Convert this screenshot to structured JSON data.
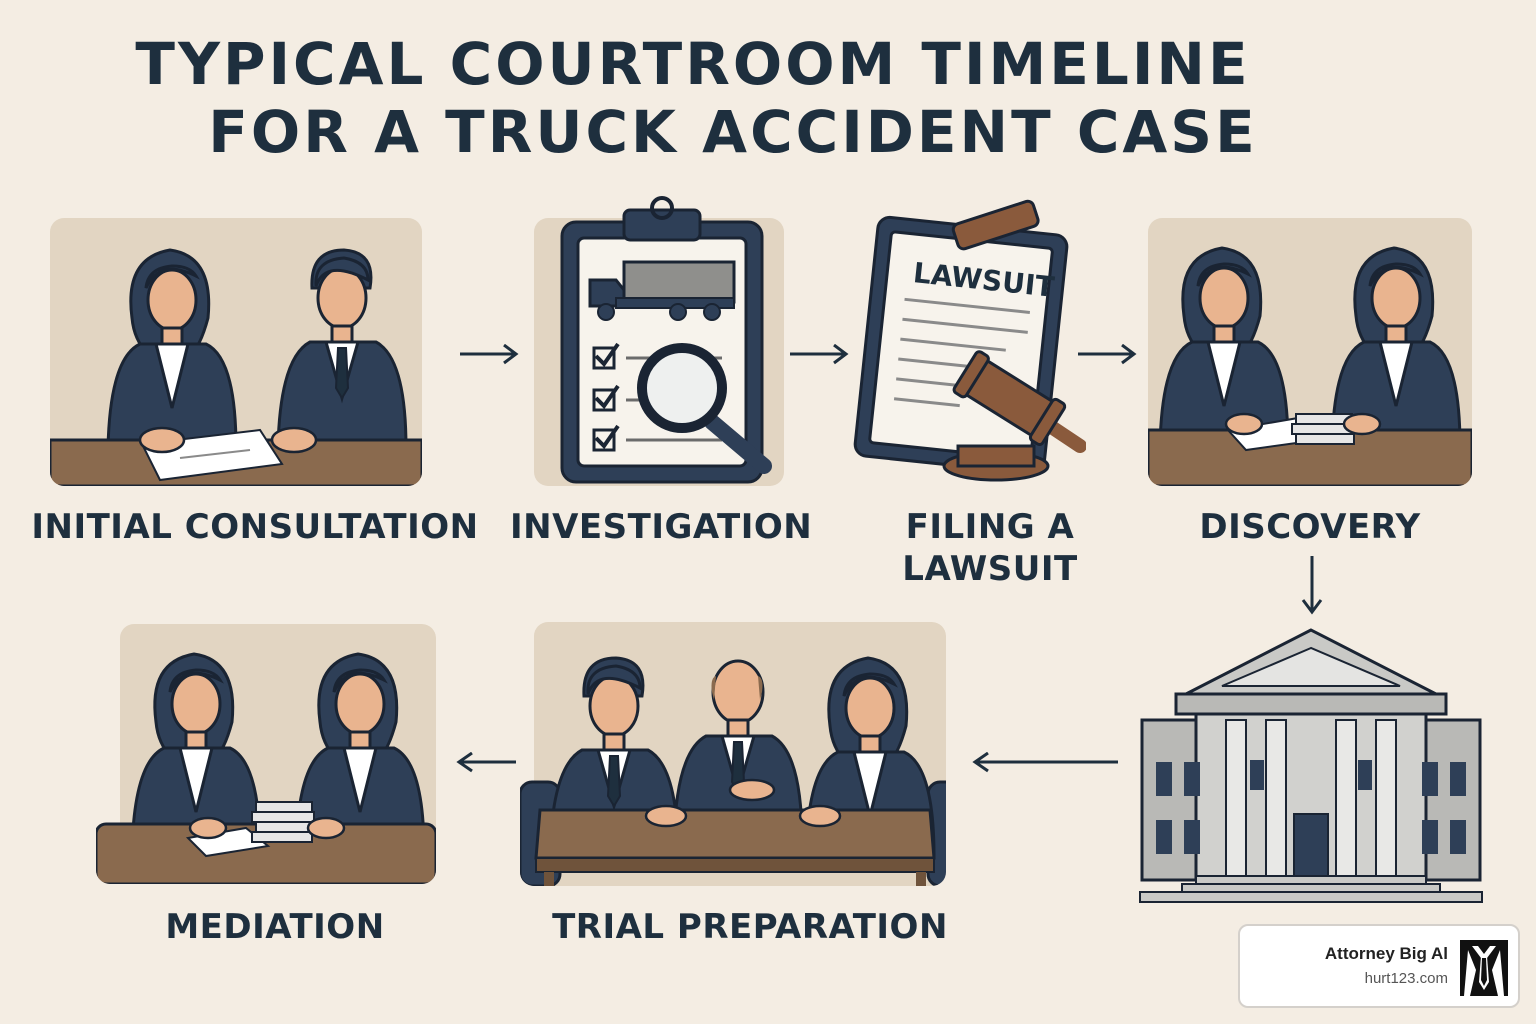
{
  "title": {
    "line1": "TYPICAL COURTROOM TIMELINE",
    "line2": "FOR A TRUCK ACCIDENT CASE"
  },
  "steps": [
    {
      "label": "INITIAL CONSULTATION",
      "icon": "two-lawyers-meeting-icon"
    },
    {
      "label": "INVESTIGATION",
      "icon": "clipboard-truck-magnifier-icon"
    },
    {
      "label": "FILING A LAWSUIT",
      "label_lines": [
        "FILING A",
        "LAWSUIT"
      ],
      "icon": "lawsuit-document-gavel-icon"
    },
    {
      "label": "DISCOVERY",
      "icon": "two-people-reviewing-documents-icon"
    },
    {
      "label": "",
      "icon": "courthouse-icon"
    },
    {
      "label": "TRIAL PREPARATION",
      "icon": "three-lawyers-at-table-icon"
    },
    {
      "label": "MEDIATION",
      "icon": "two-people-with-books-icon"
    }
  ],
  "document_heading": "LAWSUIT",
  "badge": {
    "name": "Attorney Big Al",
    "site": "hurt123.com",
    "icon": "suit-tie-logo-icon"
  },
  "colors": {
    "background": "#f4ede3",
    "navy": "#1e2f3e",
    "suit": "#2e3f57",
    "panel": "#e2d5c2",
    "desk": "#8a6a4e",
    "skin": "#e9b48f",
    "gavel": "#8a5a3c"
  }
}
